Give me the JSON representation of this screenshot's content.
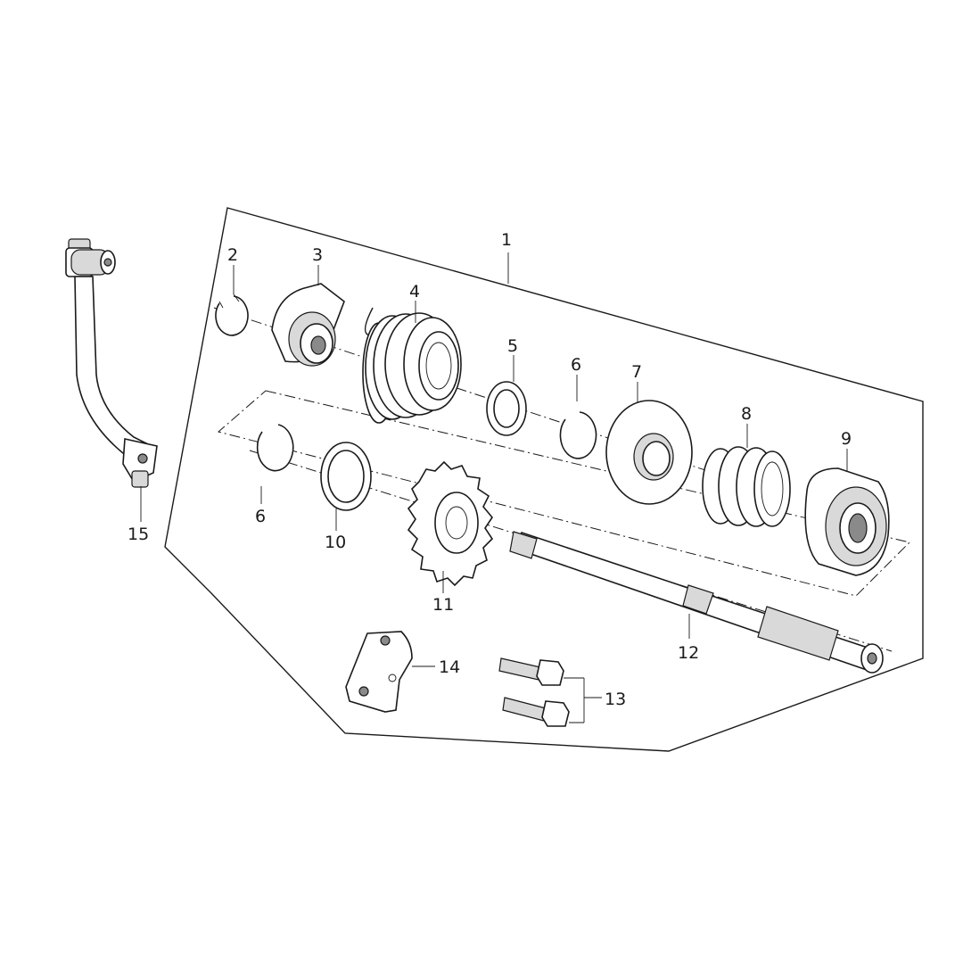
{
  "diagram": {
    "callouts": [
      {
        "id": "1",
        "label": "1"
      },
      {
        "id": "2",
        "label": "2"
      },
      {
        "id": "3",
        "label": "3"
      },
      {
        "id": "4",
        "label": "4"
      },
      {
        "id": "5",
        "label": "5"
      },
      {
        "id": "6a",
        "label": "6"
      },
      {
        "id": "6b",
        "label": "6"
      },
      {
        "id": "7",
        "label": "7"
      },
      {
        "id": "8",
        "label": "8"
      },
      {
        "id": "9",
        "label": "9"
      },
      {
        "id": "10",
        "label": "10"
      },
      {
        "id": "11",
        "label": "11"
      },
      {
        "id": "12",
        "label": "12"
      },
      {
        "id": "13",
        "label": "13"
      },
      {
        "id": "14",
        "label": "14"
      },
      {
        "id": "15",
        "label": "15"
      }
    ]
  }
}
